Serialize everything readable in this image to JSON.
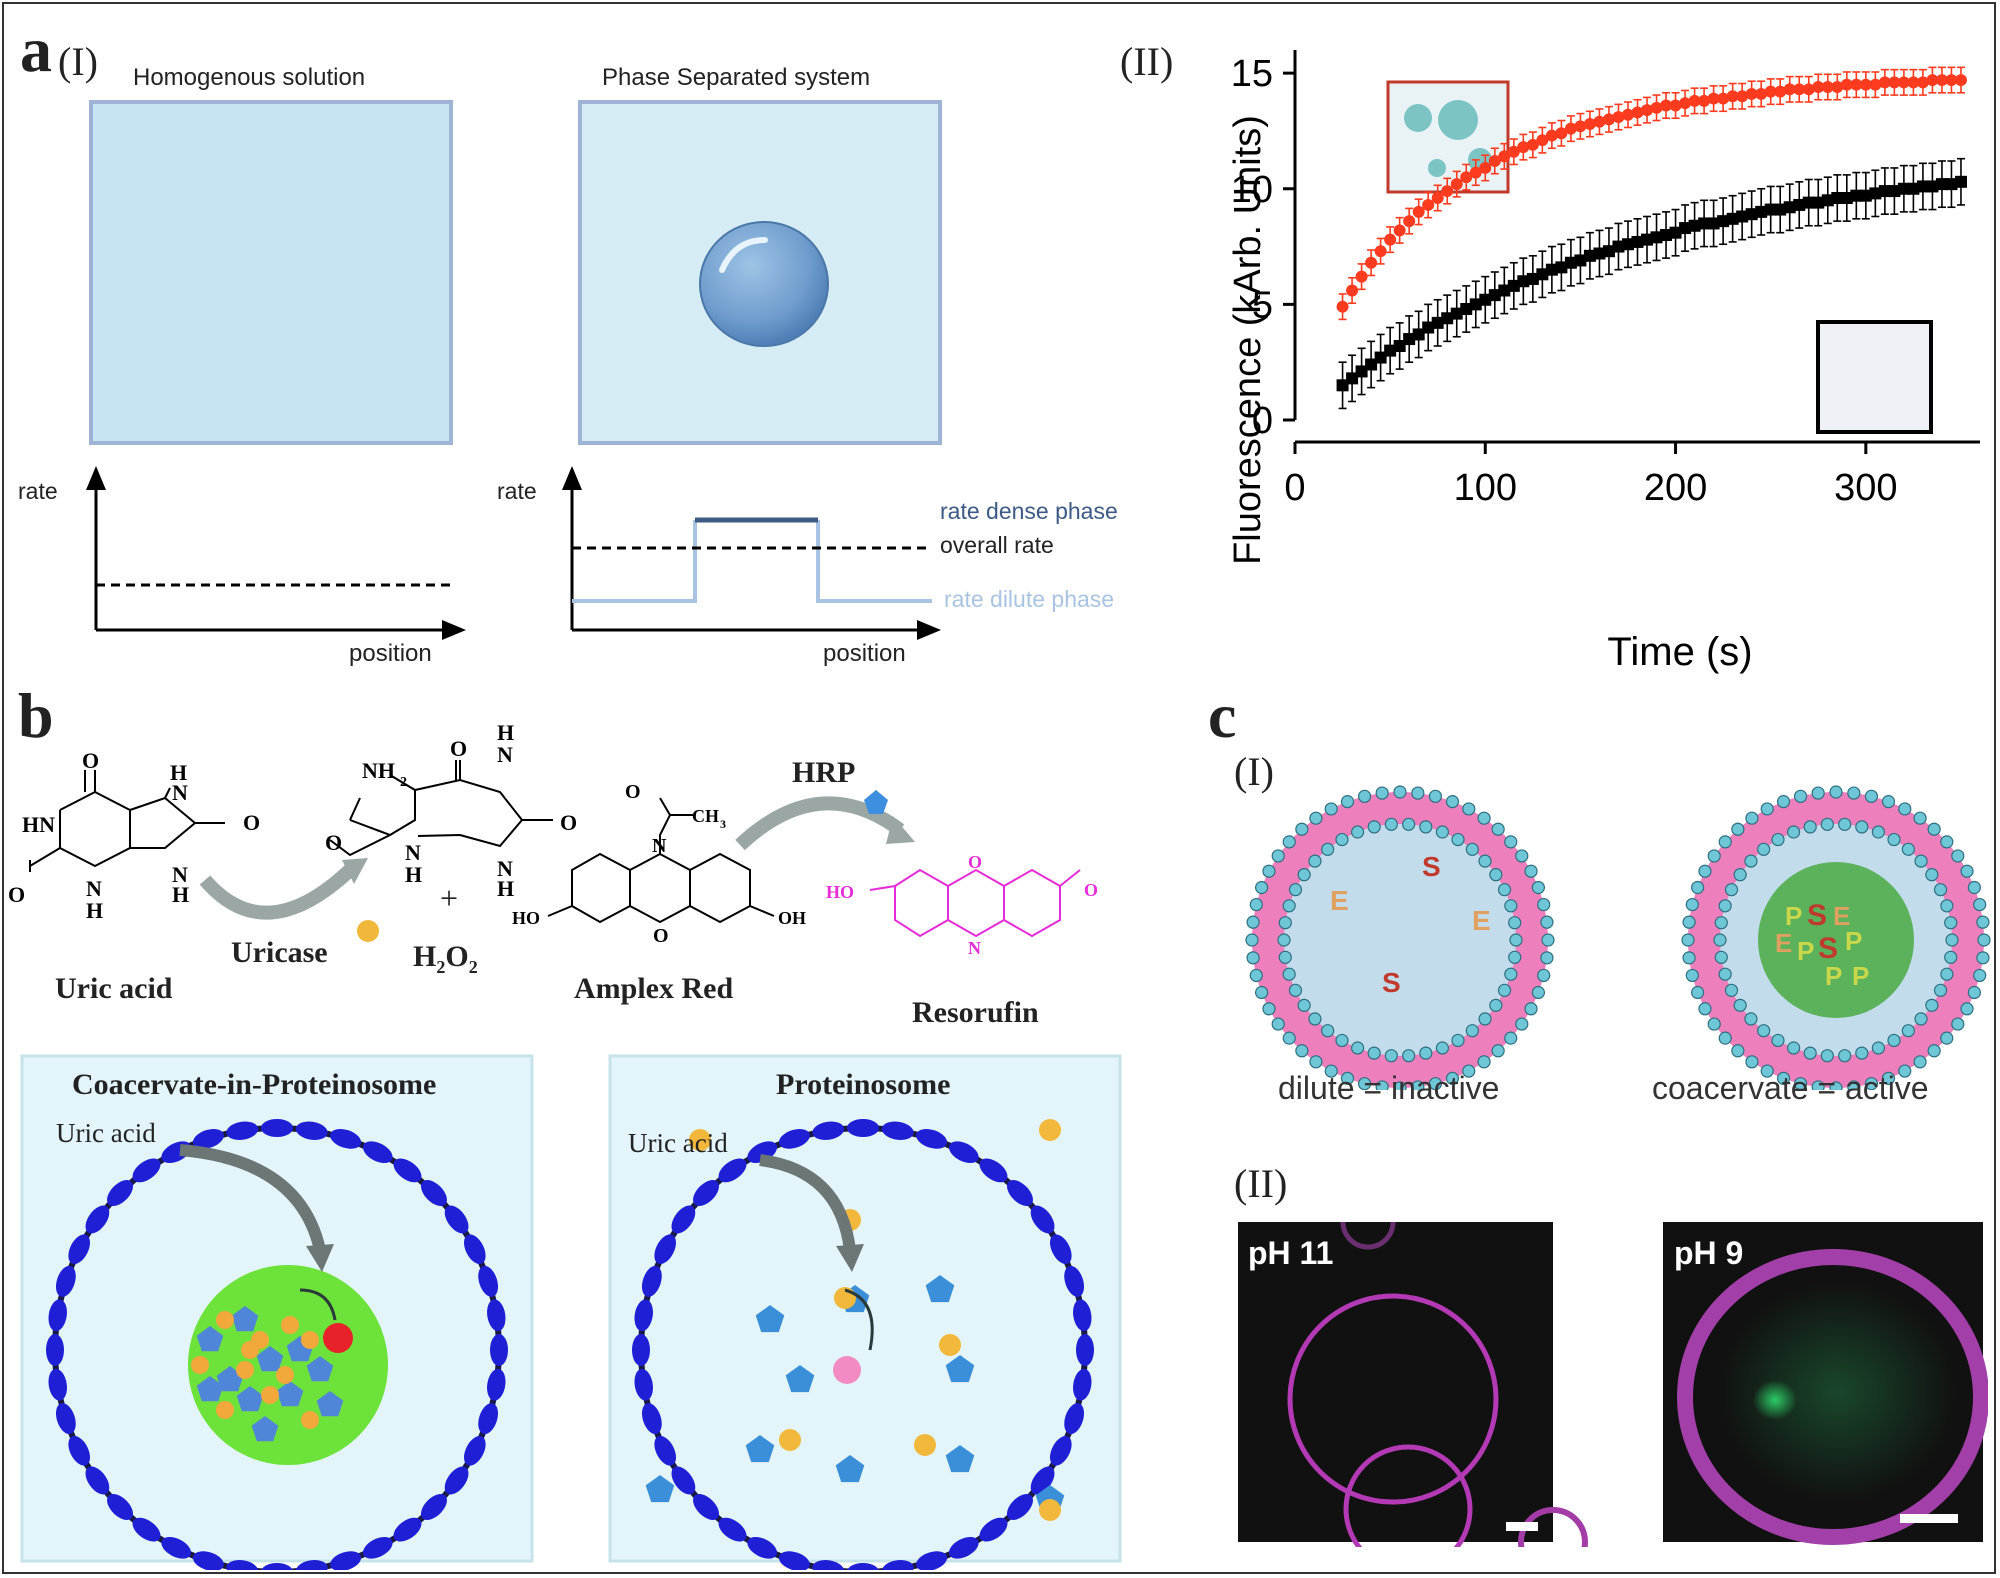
{
  "panel_a": {
    "letter": "a",
    "sub1": "(I)",
    "sub2": "(II)",
    "left_title": "Homogenous solution",
    "right_title": "Phase Separated system",
    "rate_label": "rate",
    "position_label": "position",
    "legend": {
      "dense": "rate dense phase",
      "overall": "overall rate",
      "dilute": "rate dilute phase"
    }
  },
  "chart_data": {
    "type": "scatter",
    "xlabel": "Time (s)",
    "ylabel": "Fluorescence (kArb. Units)",
    "xlim": [
      0,
      360
    ],
    "ylim": [
      0,
      16
    ],
    "xticks": [
      0,
      100,
      200,
      300
    ],
    "yticks": [
      0,
      5,
      10,
      15
    ],
    "series": [
      {
        "color": "#ff3b1f",
        "marker": "circle",
        "inset": "phase separated droplets",
        "x": [
          25,
          30,
          35,
          40,
          45,
          50,
          55,
          60,
          65,
          70,
          75,
          80,
          85,
          90,
          95,
          100,
          105,
          110,
          115,
          120,
          125,
          130,
          135,
          140,
          145,
          150,
          155,
          160,
          165,
          170,
          175,
          180,
          185,
          190,
          195,
          200,
          205,
          210,
          215,
          220,
          225,
          230,
          235,
          240,
          245,
          250,
          255,
          260,
          265,
          270,
          275,
          280,
          285,
          290,
          295,
          300,
          305,
          310,
          315,
          320,
          325,
          330,
          335,
          340,
          345,
          350
        ],
        "y": [
          4.9,
          5.6,
          6.2,
          6.8,
          7.3,
          7.8,
          8.2,
          8.6,
          9.0,
          9.3,
          9.6,
          9.9,
          10.2,
          10.5,
          10.7,
          10.9,
          11.2,
          11.4,
          11.6,
          11.8,
          11.9,
          12.1,
          12.3,
          12.4,
          12.6,
          12.7,
          12.8,
          12.9,
          13.0,
          13.1,
          13.2,
          13.3,
          13.4,
          13.5,
          13.6,
          13.6,
          13.7,
          13.8,
          13.8,
          13.9,
          13.9,
          14.0,
          14.0,
          14.1,
          14.1,
          14.2,
          14.2,
          14.3,
          14.3,
          14.3,
          14.4,
          14.4,
          14.4,
          14.5,
          14.5,
          14.5,
          14.5,
          14.6,
          14.6,
          14.6,
          14.6,
          14.6,
          14.7,
          14.7,
          14.7,
          14.7
        ],
        "err": 0.55
      },
      {
        "color": "#000000",
        "marker": "square",
        "inset": "homogeneous",
        "x": [
          25,
          30,
          35,
          40,
          45,
          50,
          55,
          60,
          65,
          70,
          75,
          80,
          85,
          90,
          95,
          100,
          105,
          110,
          115,
          120,
          125,
          130,
          135,
          140,
          145,
          150,
          155,
          160,
          165,
          170,
          175,
          180,
          185,
          190,
          195,
          200,
          205,
          210,
          215,
          220,
          225,
          230,
          235,
          240,
          245,
          250,
          255,
          260,
          265,
          270,
          275,
          280,
          285,
          290,
          295,
          300,
          305,
          310,
          315,
          320,
          325,
          330,
          335,
          340,
          345,
          350
        ],
        "y": [
          1.5,
          1.8,
          2.1,
          2.4,
          2.7,
          3.0,
          3.2,
          3.5,
          3.7,
          4.0,
          4.2,
          4.4,
          4.6,
          4.8,
          5.0,
          5.2,
          5.4,
          5.6,
          5.8,
          6.0,
          6.1,
          6.3,
          6.5,
          6.6,
          6.8,
          6.9,
          7.1,
          7.2,
          7.3,
          7.5,
          7.6,
          7.7,
          7.8,
          7.9,
          8.0,
          8.1,
          8.3,
          8.4,
          8.5,
          8.5,
          8.6,
          8.7,
          8.8,
          8.9,
          9.0,
          9.1,
          9.1,
          9.2,
          9.3,
          9.4,
          9.4,
          9.5,
          9.6,
          9.6,
          9.7,
          9.7,
          9.8,
          9.9,
          9.9,
          10.0,
          10.0,
          10.1,
          10.1,
          10.2,
          10.2,
          10.3
        ],
        "err": 1.0
      }
    ]
  },
  "panel_b": {
    "letter": "b",
    "uric_acid": "Uric acid",
    "uricase": "Uricase",
    "plus": "+",
    "h2o2_main": "H",
    "h2o2_sub1": "2",
    "h2o2_mid": "O",
    "h2o2_sub2": "2",
    "amplex_red": "Amplex Red",
    "hrp": "HRP",
    "resorufin": "Resorufin",
    "box1_title": "Coacervate-in-Proteinosome",
    "box2_title": "Proteinosome",
    "box_uric": "Uric acid",
    "atoms": {
      "O": "O",
      "N": "N",
      "H": "H",
      "HN": "HN",
      "NH2": "NH",
      "two": "2",
      "HO": "HO",
      "OH": "OH",
      "CH3": "CH",
      "three": "3"
    }
  },
  "panel_c": {
    "letter": "c",
    "sub1": "(I)",
    "sub2": "(II)",
    "left_caption": "dilute = inactive",
    "right_caption": "coacervate = active",
    "E": "E",
    "S": "S",
    "P": "P",
    "ph_left": "pH 11",
    "ph_right": "pH 9"
  },
  "colors": {
    "solution_fill": "#c5e3f3",
    "solution_border": "#9fb4d4",
    "dense_line": "#3d5a86",
    "dilute_line": "#a9c4e2",
    "red_series": "#ff3b1f",
    "proteinosome_blue": "#1f1fd6",
    "coacervate_green": "#6de23a",
    "membrane_pink": "#e07fb3",
    "resorufin_magenta": "#e62bd8"
  }
}
